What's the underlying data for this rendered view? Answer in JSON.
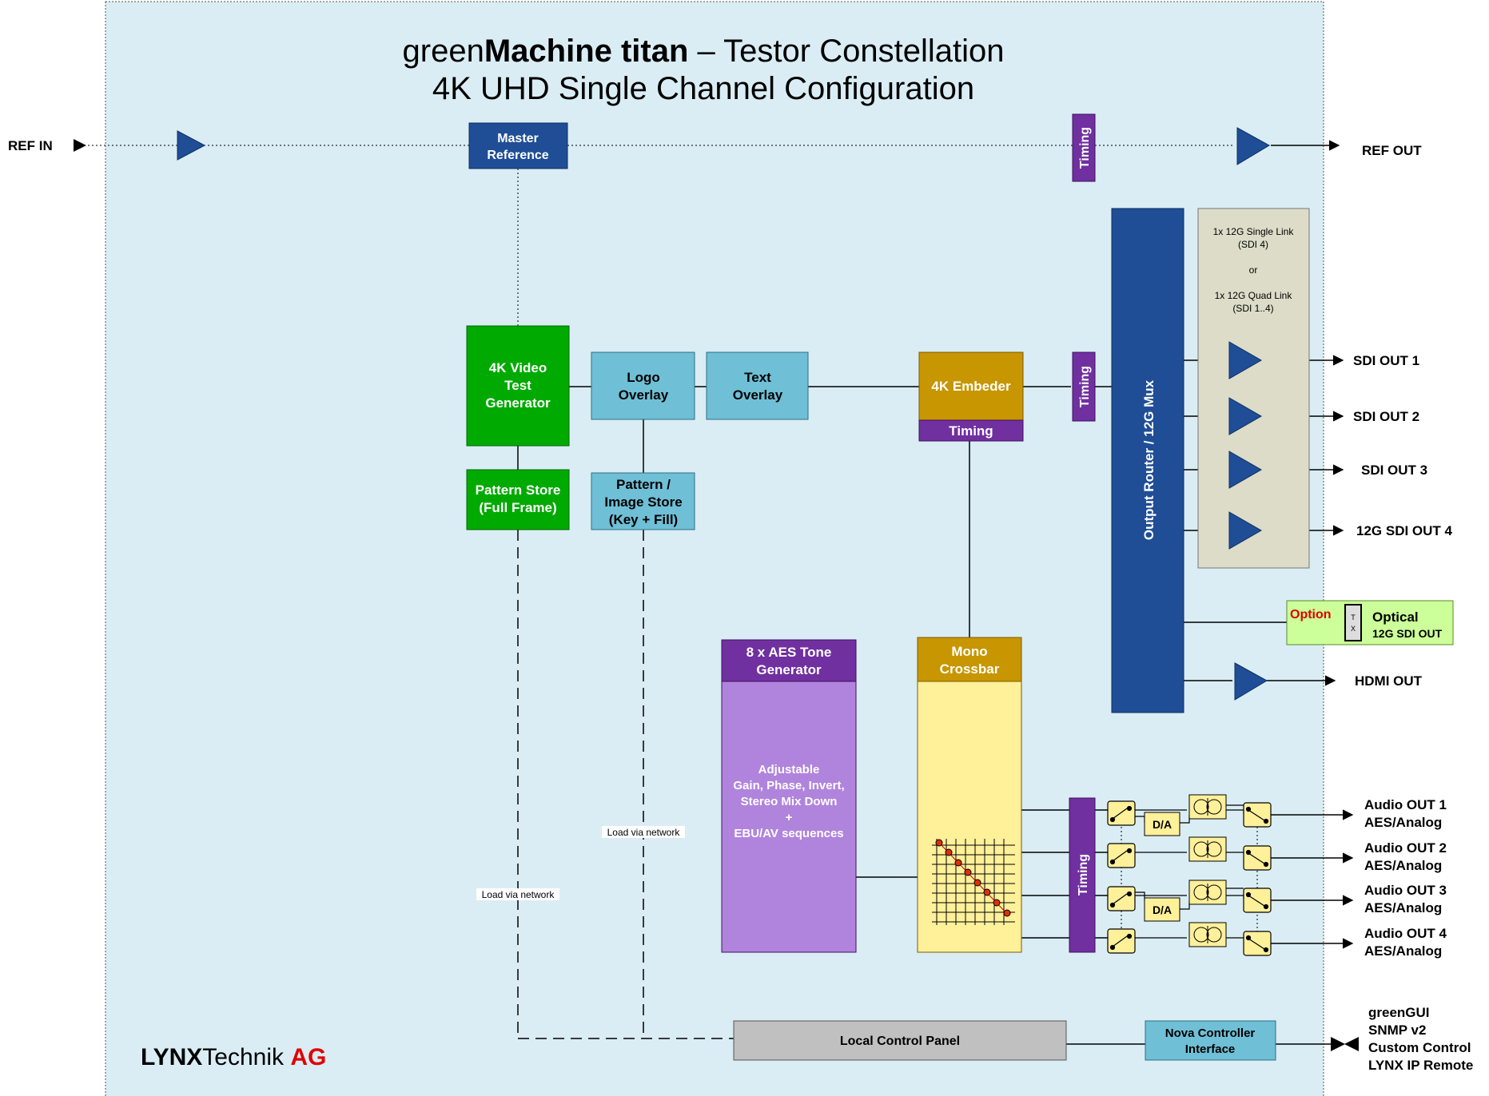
{
  "title": {
    "prefix": "green",
    "bold": "Machine titan",
    "rest": " – Testor  Constellation",
    "line2": "4K UHD Single Channel Configuration"
  },
  "ref": {
    "in": "REF IN",
    "out": "REF OUT"
  },
  "blocks": {
    "master_ref": [
      "Master",
      "Reference"
    ],
    "video_gen": [
      "4K Video",
      "Test",
      "Generator"
    ],
    "pattern_store": [
      "Pattern Store",
      "(Full Frame)"
    ],
    "logo_overlay": [
      "Logo",
      "Overlay"
    ],
    "image_store": [
      "Pattern /",
      "Image Store",
      "(Key + Fill)"
    ],
    "text_overlay": [
      "Text",
      "Overlay"
    ],
    "embedder": "4K Embeder",
    "embedder_timing": "Timing",
    "timing": "Timing",
    "router": "Output Router / 12G Mux",
    "aes_gen": [
      "8 x AES Tone",
      "Generator"
    ],
    "aes_body": [
      "Adjustable",
      "Gain, Phase, Invert,",
      "Stereo Mix Down",
      "+",
      "EBU/AV sequences"
    ],
    "crossbar": [
      "Mono",
      "Crossbar"
    ],
    "local_panel": "Local Control Panel",
    "nova": [
      "Nova Controller",
      "Interface"
    ],
    "da": "D/A",
    "tx": [
      "T",
      "X"
    ]
  },
  "link_note": [
    "1x 12G Single Link",
    "(SDI 4)",
    "or",
    "1x 12G Quad Link",
    "(SDI 1..4)"
  ],
  "outputs": {
    "sdi": [
      "SDI OUT 1",
      "SDI OUT 2",
      "SDI OUT 3",
      "12G SDI OUT 4"
    ],
    "optical": {
      "option": "Option",
      "label": "Optical",
      "sub": "12G SDI OUT"
    },
    "hdmi": "HDMI OUT",
    "audio": [
      [
        "Audio OUT 1",
        "AES/Analog"
      ],
      [
        "Audio OUT 2",
        "AES/Analog"
      ],
      [
        "Audio OUT 3",
        "AES/Analog"
      ],
      [
        "Audio OUT 4",
        "AES/Analog"
      ]
    ],
    "control": [
      "greenGUI",
      "SNMP v2",
      "Custom Control",
      "LYNX IP Remote"
    ]
  },
  "notes": {
    "load_network": "Load via network"
  },
  "logo": {
    "bold": "LYNX",
    "mid": "Technik ",
    "red": "AG"
  },
  "colors": {
    "panel": "#daedf4",
    "navy": "#1f4e96",
    "green": "#00aa00",
    "lightblue": "#6fbfd6",
    "gold": "#c89600",
    "purple": "#7030a0",
    "lavender": "#b084dc",
    "paleyellow": "#fff09a",
    "grey": "#c0c0c0",
    "beige": "#dcdcc8",
    "lightgreen": "#ccff99",
    "red": "#e00000"
  }
}
